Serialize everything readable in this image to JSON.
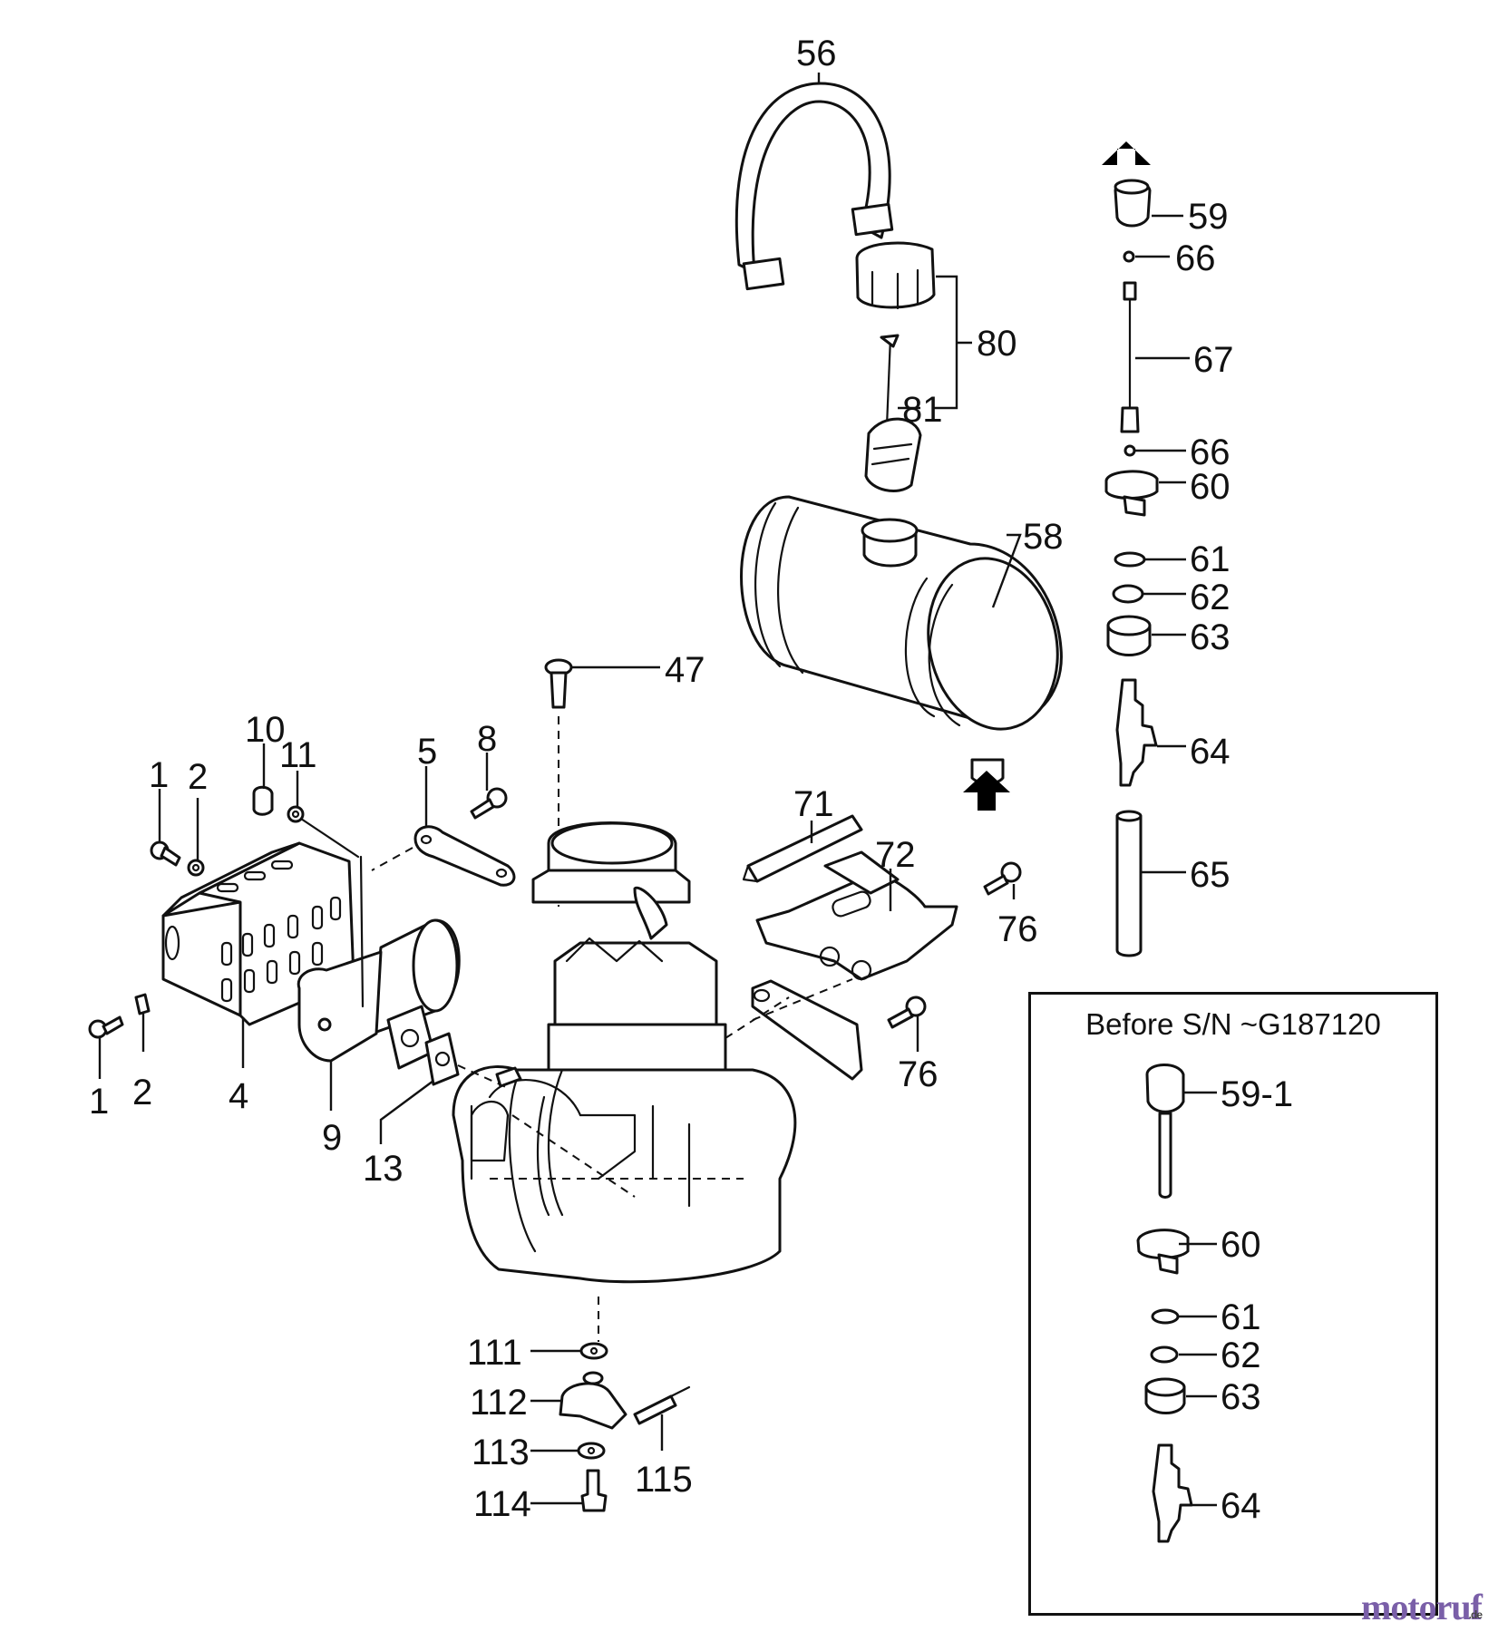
{
  "callouts": {
    "c56": "56",
    "c59": "59",
    "c66a": "66",
    "c80": "80",
    "c67": "67",
    "c81": "81",
    "c66b": "66",
    "c60": "60",
    "c58": "58",
    "c61": "61",
    "c62": "62",
    "c63": "63",
    "c47": "47",
    "c64": "64",
    "c10": "10",
    "c5": "5",
    "c8": "8",
    "c71": "71",
    "c1a": "1",
    "c2a": "2",
    "c11": "11",
    "c72": "72",
    "c65": "65",
    "c76a": "76",
    "c76b": "76",
    "c1b": "1",
    "c2b": "2",
    "c4": "4",
    "c9": "9",
    "c13": "13",
    "c111": "111",
    "c112": "112",
    "c113": "113",
    "c115": "115",
    "c114": "114"
  },
  "inset": {
    "title": "Before S/N ~G187120",
    "callouts": {
      "c59_1": "59-1",
      "c60": "60",
      "c61": "61",
      "c62": "62",
      "c63": "63",
      "c64": "64"
    }
  },
  "brand": {
    "name": "motoruf",
    "suffix": ".de"
  }
}
